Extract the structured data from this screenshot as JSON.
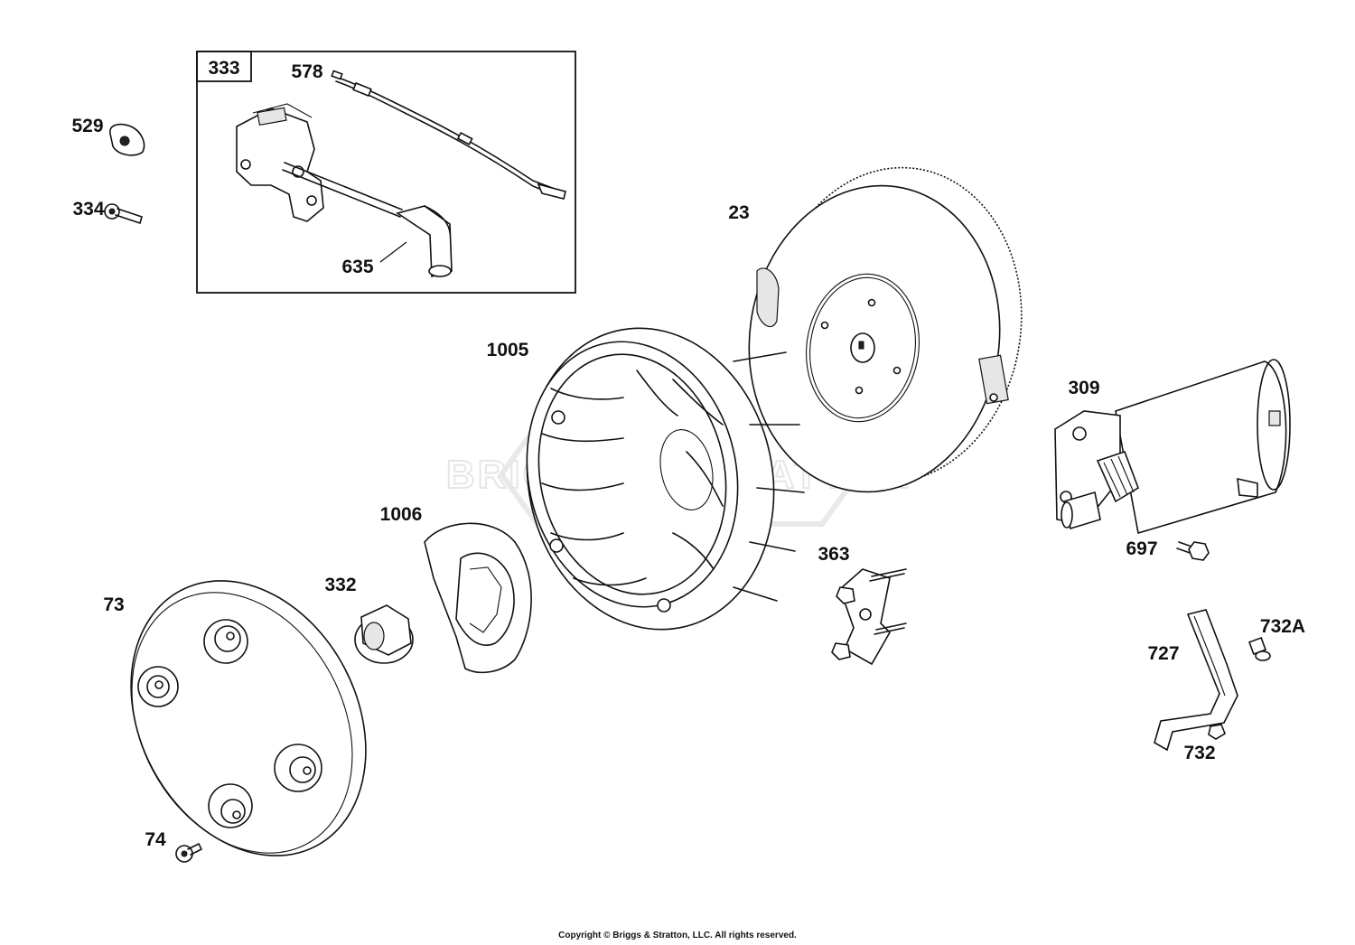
{
  "labels": {
    "p333": "333",
    "p578": "578",
    "p529": "529",
    "p334": "334",
    "p635": "635",
    "p23": "23",
    "p1005": "1005",
    "p309": "309",
    "p1006": "1006",
    "p363": "363",
    "p697": "697",
    "p332": "332",
    "p73": "73",
    "p732A": "732A",
    "p727": "727",
    "p732": "732",
    "p74": "74"
  },
  "watermark": "BRIGGS & STRATTON",
  "copyright": "Copyright © Briggs & Stratton, LLC. All rights reserved.",
  "colors": {
    "line": "#111111",
    "background": "#ffffff",
    "watermark": "#e6e6e6"
  }
}
